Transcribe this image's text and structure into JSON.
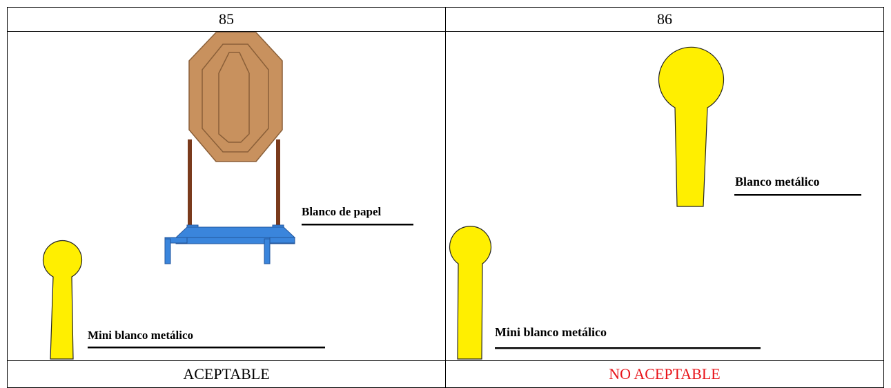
{
  "table": {
    "headers": [
      "85",
      "86"
    ],
    "results": [
      {
        "text": "ACEPTABLE",
        "color": "#000000"
      },
      {
        "text": "NO ACEPTABLE",
        "color": "#e8141a"
      }
    ]
  },
  "left_panel": {
    "paper_target_label": "Blanco de papel",
    "mini_metal_label": "Mini blanco metálico"
  },
  "right_panel": {
    "metal_target_label": "Blanco metálico",
    "mini_metal_label": "Mini blanco metálico"
  },
  "colors": {
    "metal_target": "#ffef00",
    "paper_target": "#c8915e",
    "stand_base": "#3a85dc",
    "stand_post": "#7a3a1c",
    "rejected": "#e8141a"
  }
}
